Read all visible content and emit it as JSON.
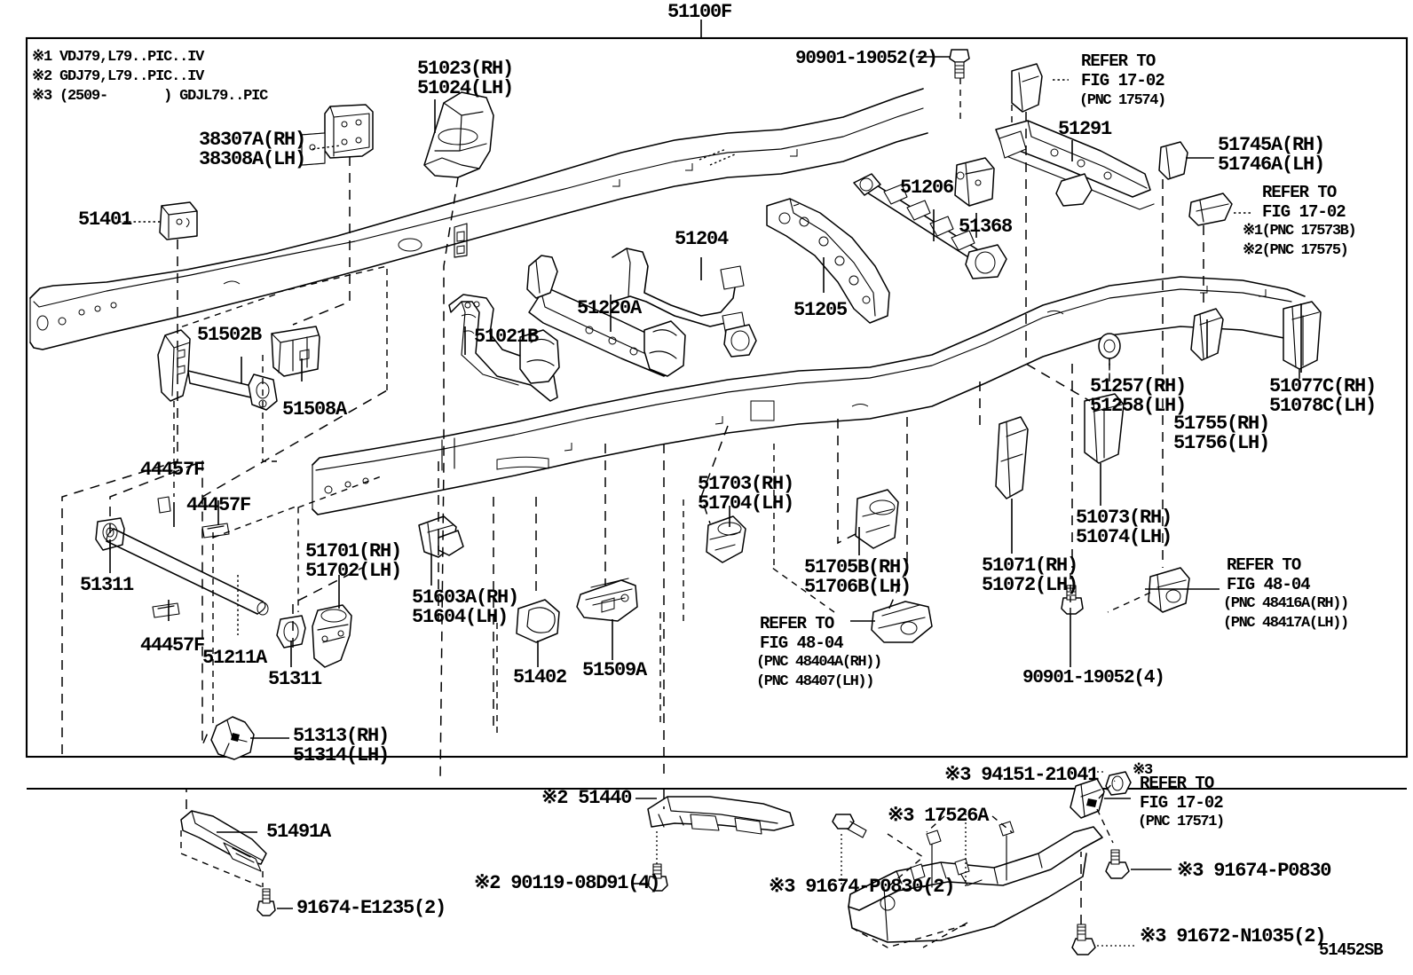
{
  "diagram": {
    "title": "51100F",
    "sheet_code": "51452SB",
    "legend": [
      "※1 VDJ79,L79..PIC..IV",
      "※2 GDJ79,L79..PIC..IV",
      "※3 (2509-       ) GDJL79..PIC"
    ]
  },
  "labels": {
    "frame_assy": "51100F",
    "bolt_top": "90901-19052(2)",
    "cab_mount_rh": "51023(RH)",
    "cab_mount_lh": "51024(LH)",
    "bracket_38307a_rh": "38307A(RH)",
    "bracket_38308a_lh": "38308A(LH)",
    "bracket_51401": "51401",
    "crossmember_51502b": "51502B",
    "bracket_51508a": "51508A",
    "clamp_44457f_a": "44457F",
    "clamp_44457f_b": "44457F",
    "clamp_44457f_c": "44457F",
    "bushing_51311_a": "51311",
    "bushing_51311_b": "51311",
    "rod_51211a": "51211A",
    "bracket_51313_rh": "51313(RH)",
    "bracket_51314_lh": "51314(LH)",
    "crossmember_51021b": "51021B",
    "crossmember_51220a": "51220A",
    "crossmember_51204": "51204",
    "crossmember_51205": "51205",
    "shaft_51206": "51206",
    "bracket_51368": "51368",
    "crossmember_51291": "51291",
    "bracket_51745a_rh": "51745A(RH)",
    "bracket_51746a_lh": "51746A(LH)",
    "bracket_51077c_rh": "51077C(RH)",
    "bracket_51078c_lh": "51078C(LH)",
    "bracket_51257_rh": "51257(RH)",
    "bracket_51258_lh": "51258(LH)",
    "bracket_51755_rh": "51755(RH)",
    "bracket_51756_lh": "51756(LH)",
    "bracket_51073_rh": "51073(RH)",
    "bracket_51074_lh": "51074(LH)",
    "bracket_51071_rh": "51071(RH)",
    "bracket_51072_lh": "51072(LH)",
    "bracket_51703_rh": "51703(RH)",
    "bracket_51704_lh": "51704(LH)",
    "bracket_51705b_rh": "51705B(RH)",
    "bracket_51706b_lh": "51706B(LH)",
    "bracket_51701_rh": "51701(RH)",
    "bracket_51702_lh": "51702(LH)",
    "bracket_51603a_rh": "51603A(RH)",
    "bracket_51604_lh": "51604(LH)",
    "bracket_51402": "51402",
    "bracket_51509a": "51509A",
    "bolt_90901_4": "90901-19052(4)",
    "crossmember_51491a": "51491A",
    "bolt_91674_e1235": "91674-E1235(2)",
    "crossmember_51440": "※2 51440",
    "bolt_90119_08d91": "※2 90119-08D91(4)",
    "bolt_91674_p0830_2": "※3 91674-P0830(2)",
    "cover_17526a": "※3 17526A",
    "clamp_94151_21041": "※3 94151-21041",
    "bolt_91674_p0830": "※3 91674-P0830",
    "bolt_91672_n1035": "※3 91672-N1035(2)"
  },
  "refer_blocks": {
    "r1": {
      "line1": "REFER TO",
      "line2": "FIG 17-02",
      "line3": "(PNC 17574)"
    },
    "r2": {
      "line1": "REFER TO",
      "line2": "FIG 17-02",
      "line3": "※1(PNC 17573B)",
      "line4": "※2(PNC 17575)"
    },
    "r3": {
      "line1": "REFER TO",
      "line2": "FIG 48-04",
      "line3": "(PNC 48404A(RH))",
      "line4": "(PNC 48407(LH))"
    },
    "r4": {
      "line1": "REFER TO",
      "line2": "FIG 48-04",
      "line3": "(PNC 48416A(RH))",
      "line4": "(PNC 48417A(LH))"
    },
    "r5": {
      "mark": "※3",
      "line1": "REFER TO",
      "line2": "FIG 17-02",
      "line3": "(PNC 17571)"
    }
  }
}
